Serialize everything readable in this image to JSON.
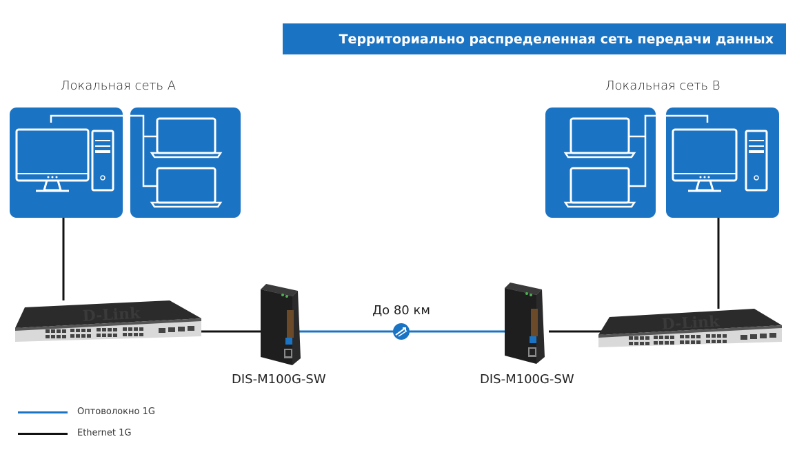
{
  "banner": {
    "title": "Территориально распределенная сеть передачи данных"
  },
  "networks": {
    "a_label": "Локальная сеть A",
    "b_label": "Локальная сеть B"
  },
  "devices": {
    "converter_left": "DIS-M100G-SW",
    "converter_right": "DIS-M100G-SW",
    "switch_brand": "D-Link"
  },
  "link": {
    "distance": "До 80 км"
  },
  "legend": {
    "fiber": "Оптоволокно 1G",
    "ethernet": "Ethernet 1G"
  },
  "colors": {
    "accent_blue": "#1a73c3",
    "fiber_line": "#1a73c3",
    "ethernet_line": "#111111",
    "tile_blue": "#1a73c3"
  }
}
